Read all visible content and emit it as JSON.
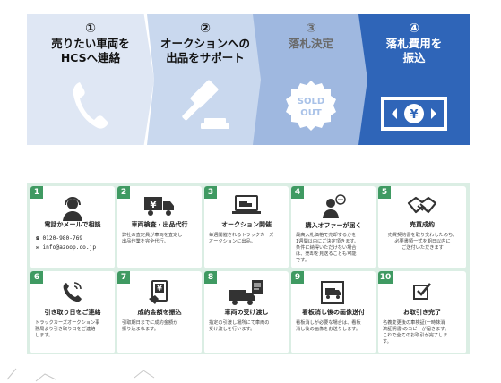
{
  "steps": [
    {
      "num": "①",
      "title": "売りたい車両を\nHCSへ連絡",
      "icon": "phone-icon"
    },
    {
      "num": "②",
      "title": "オークションへの\n出品をサポート",
      "icon": "gavel-icon"
    },
    {
      "num": "③",
      "title": "落札決定",
      "icon": "sold-out-badge",
      "badge_text": "SOLD\nOUT"
    },
    {
      "num": "④",
      "title": "落札費用を\n振込",
      "icon": "yen-banknote-icon"
    }
  ],
  "flow": [
    {
      "num": "1",
      "title": "電話かメールで相談",
      "icon": "operator-headset-icon",
      "contact": [
        "☎ 0120-980-769",
        "✉ info@azoop.co.jp"
      ]
    },
    {
      "num": "2",
      "title": "車両検査・出品代行",
      "icon": "truck-yen-icon",
      "desc": "弊社の査定員が車両を査定し\n出品作業を完全代行。"
    },
    {
      "num": "3",
      "title": "オークション開催",
      "icon": "laptop-truck-icon",
      "desc": "毎週開催されるトラックカーズ\nオークションに出品。"
    },
    {
      "num": "4",
      "title": "購入オファーが届く",
      "icon": "person-chat-icon",
      "desc": "最高入札価格で売却するかを\n1週間以内にご決定頂きます。\n条件に納得いただけない場合\nは、売却を見送ることも可能\nです。"
    },
    {
      "num": "5",
      "title": "売買成約",
      "icon": "handshake-icon",
      "desc": "売買契約書を取り交わしたのち、\n必要書類一式を期日以内に\nご送付いただきます"
    },
    {
      "num": "6",
      "title": "引き取り日をご連絡",
      "icon": "phone-call-icon",
      "desc": "トラックカーズオークション事\n務局より引き取り日をご連絡\nします。"
    },
    {
      "num": "7",
      "title": "成約金額を振込",
      "icon": "atm-yen-icon",
      "desc": "引取期日までに成約金額が\n振り込まれます。"
    },
    {
      "num": "8",
      "title": "車両の受け渡し",
      "icon": "truck-document-icon",
      "desc": "指定の引渡し場所にて車両の\n受け渡しを行います。"
    },
    {
      "num": "9",
      "title": "看板消し後の画像送付",
      "icon": "truck-photo-icon",
      "desc": "看板消しが必要な場合は、看板\n消し後の画像をお送りします。"
    },
    {
      "num": "10",
      "title": "お取引き完了",
      "icon": "checkbox-icon",
      "desc": "名義変更後の車検証(一時抹消\n済証明書)のコピーが届きます。\nこれで全てのお取引が完了しま\nす。"
    }
  ],
  "colors": {
    "step1": "#dfe7f4",
    "step2": "#c9d8ee",
    "step3": "#9fb8e0",
    "step4": "#2f65b8",
    "flow_bg": "#dbeee4",
    "badge_green": "#3f9a62"
  }
}
